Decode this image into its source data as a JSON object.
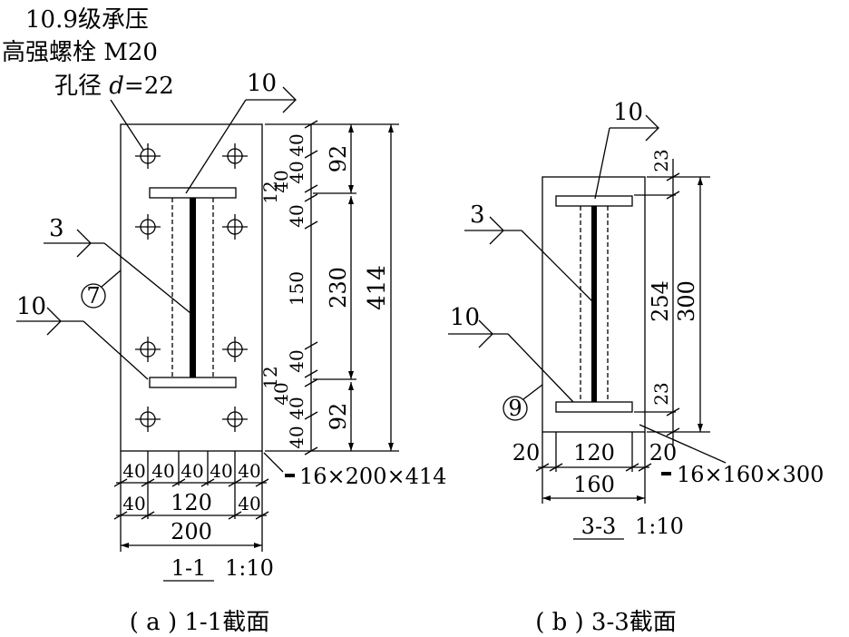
{
  "callout_bolt": {
    "line1": "10.9级承压",
    "line2": "高强螺栓 M20",
    "hole_prefix": "孔径 ",
    "hole_var": "d",
    "hole_value": "=22"
  },
  "view_a": {
    "weld_top": "10",
    "weld_web": "3",
    "weld_bottom": "10",
    "part_no": "7",
    "dims_vertical_left": [
      "40",
      "40",
      "40",
      "12",
      "40",
      "150",
      "40",
      "12",
      "40",
      "40",
      "40"
    ],
    "dims_vertical_mid": [
      "92",
      "230",
      "92"
    ],
    "dim_total_height": "414",
    "dims_bottom_row1": [
      "40",
      "40",
      "40",
      "40",
      "40"
    ],
    "dims_bottom_row2": [
      "40",
      "120",
      "40"
    ],
    "dim_total_width": "200",
    "plate_spec": "16×200×414",
    "section_mark": "1-1",
    "scale": "1:10",
    "caption": "( a ) 1-1截面"
  },
  "view_b": {
    "weld_top": "10",
    "weld_web": "3",
    "weld_bottom": "10",
    "part_no": "9",
    "dims_right": [
      "23",
      "254",
      "23"
    ],
    "dim_total_height": "300",
    "dims_bottom_row1": [
      "20",
      "120",
      "20"
    ],
    "dim_total_width": "160",
    "plate_spec": "16×160×300",
    "section_mark": "3-3",
    "scale": "1:10",
    "caption": "( b ) 3-3截面"
  },
  "icons": [
    "weld-flag-icon",
    "part-number-circle-icon",
    "bolt-hole-icon",
    "dimension-tick-icon"
  ]
}
